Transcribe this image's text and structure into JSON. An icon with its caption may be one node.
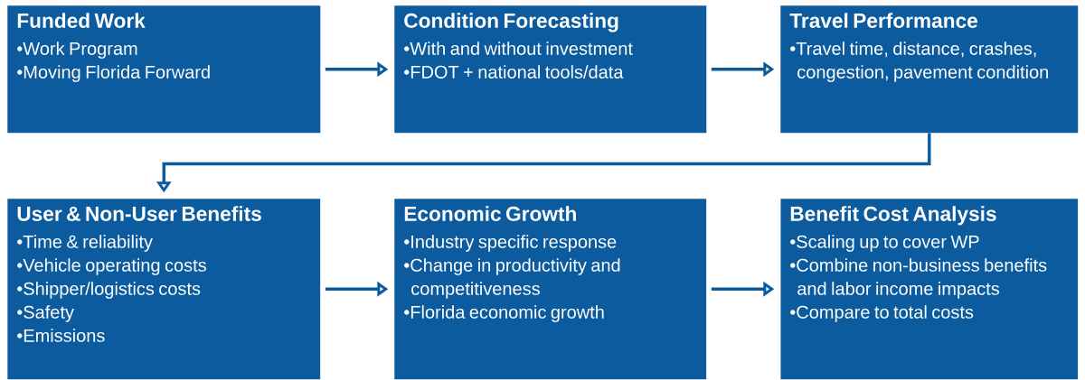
{
  "diagram": {
    "nodes": [
      {
        "text": [
          "Funded Work",
          "•Work Program",
          "•Moving Florida Forward"
        ]
      },
      {
        "text": [
          "Condition Forecasting",
          "•With and without investment",
          "•FDOT + national tools/data"
        ]
      },
      {
        "text": [
          "Travel Performance",
          "•Travel time, distance, crashes, congestion, pavement condition"
        ]
      },
      {
        "text": [
          "User & Non-User Benefits",
          "•Time & reliability",
          "•Vehicle operating costs",
          "•Shipper/logistics costs",
          "•Safety",
          "•Emissions"
        ]
      },
      {
        "text": [
          "Economic Growth",
          "•Industry specific response",
          "•Change in productivity and competitiveness",
          "•Florida economic growth"
        ]
      },
      {
        "text": [
          "Benefit Cost Analysis",
          "•Scaling up to cover WP",
          "•Combine non-business benefits and labor income impacts",
          "•Compare to total costs"
        ]
      }
    ],
    "edges": [
      {
        "from": 0,
        "to": 1,
        "arrow": "to"
      },
      {
        "from": 1,
        "to": 2,
        "arrow": "to"
      },
      {
        "from": 2,
        "to": 3,
        "arrow": "to"
      },
      {
        "from": 3,
        "to": 4,
        "arrow": "to"
      },
      {
        "from": 4,
        "to": 5,
        "arrow": "to"
      }
    ]
  }
}
